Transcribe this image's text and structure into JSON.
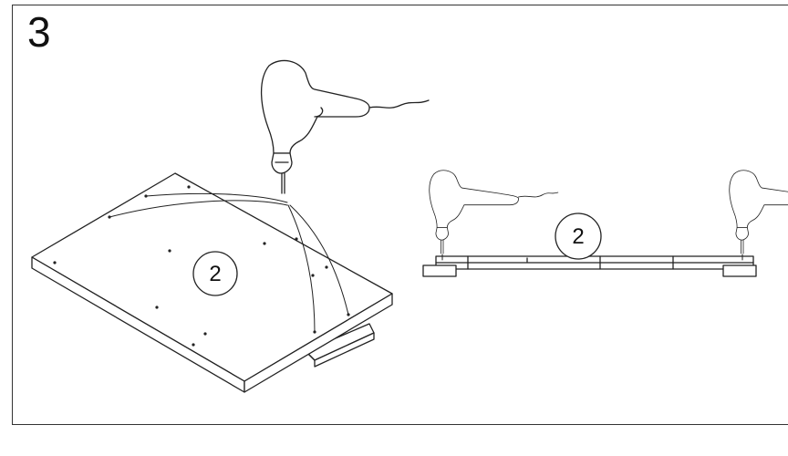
{
  "step": {
    "number": "3"
  },
  "left_view": {
    "part_callout": "2"
  },
  "right_view": {
    "part_callout": "2"
  },
  "colors": {
    "line": "#222222",
    "background": "#ffffff"
  },
  "icons": [
    "power-drill-icon",
    "power-drill-icon",
    "power-drill-icon"
  ]
}
